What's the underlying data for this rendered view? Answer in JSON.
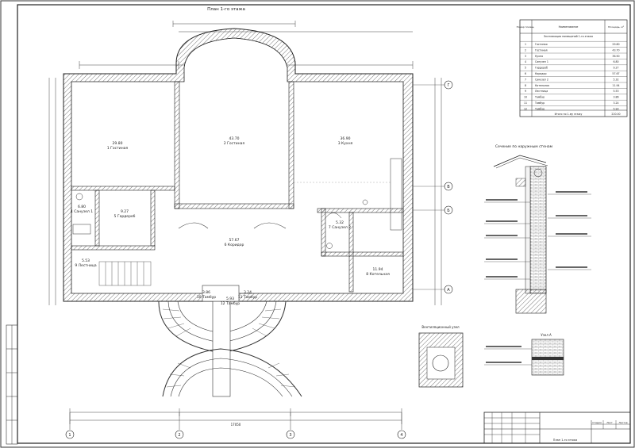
{
  "title": "План 1-го этажа",
  "rooms": [
    {
      "id": "r1",
      "area": "29.80",
      "name": "1  Гостиная"
    },
    {
      "id": "r2",
      "area": "43.70",
      "name": "2  Гостиная"
    },
    {
      "id": "r3",
      "area": "36.90",
      "name": "3  Кухня"
    },
    {
      "id": "r4",
      "area": "6.80",
      "name": "4  Санузел 1"
    },
    {
      "id": "r5",
      "area": "9.27",
      "name": "5  Гардероб"
    },
    {
      "id": "r6",
      "area": "57.67",
      "name": "6  Коридор"
    },
    {
      "id": "r7",
      "area": "5.32",
      "name": "7  Санузел 2"
    },
    {
      "id": "r8",
      "area": "11.94",
      "name": "8  Котельная"
    },
    {
      "id": "r9",
      "area": "5.53",
      "name": "9  Лестница"
    },
    {
      "id": "r10",
      "area": "3.86",
      "name": "10 Тамбур"
    },
    {
      "id": "r11",
      "area": "3.24",
      "name": "11 Тамбур"
    },
    {
      "id": "r12",
      "area": "5.93",
      "name": "12 Тамбур"
    }
  ],
  "axes_bottom": [
    "1",
    "2",
    "3",
    "4"
  ],
  "axes_right": [
    "Г",
    "В",
    "Б",
    "А"
  ],
  "dims_bottom_total": "17050",
  "explication": {
    "headers": [
      "Номер помещ.",
      "Наименование",
      "Площадь, м²"
    ],
    "subheader": "Экспликация помещений 1-го этажа",
    "rows": [
      [
        "1",
        "Гостиная",
        "29.80"
      ],
      [
        "2",
        "Гостиная",
        "43.70"
      ],
      [
        "3",
        "Кухня",
        "36.90"
      ],
      [
        "4",
        "Санузел 1",
        "6.80"
      ],
      [
        "5",
        "Гардероб",
        "9.27"
      ],
      [
        "6",
        "Коридор",
        "57.67"
      ],
      [
        "7",
        "Санузел 2",
        "5.32"
      ],
      [
        "8",
        "Котельная",
        "11.94"
      ],
      [
        "9",
        "Лестница",
        "5.53"
      ],
      [
        "10",
        "Тамбур",
        "3.86"
      ],
      [
        "11",
        "Тамбур",
        "3.24"
      ],
      [
        "12",
        "Тамбур",
        "5.93"
      ]
    ],
    "total": "Итого по 1-му этажу",
    "total_value": "220.00"
  },
  "section_title": "Сечение по наружным стенам",
  "detail_title": "Вентиляционный узел",
  "node_label": "Узел А",
  "title_block": {
    "stage": "Стадия",
    "sheet": "Лист",
    "sheets": "Листов",
    "name": "План 1-го этажа"
  }
}
